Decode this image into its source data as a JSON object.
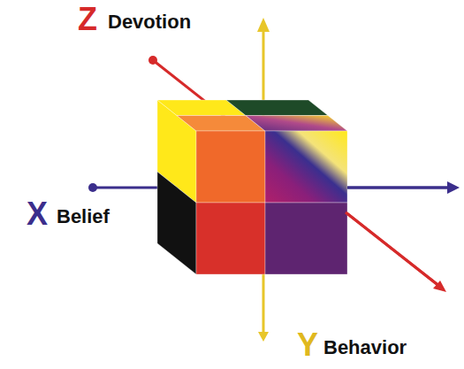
{
  "diagram": {
    "labels": [
      "Z",
      "Devotion",
      "X",
      "Belief",
      "Y",
      "Behavior"
    ]
  }
}
